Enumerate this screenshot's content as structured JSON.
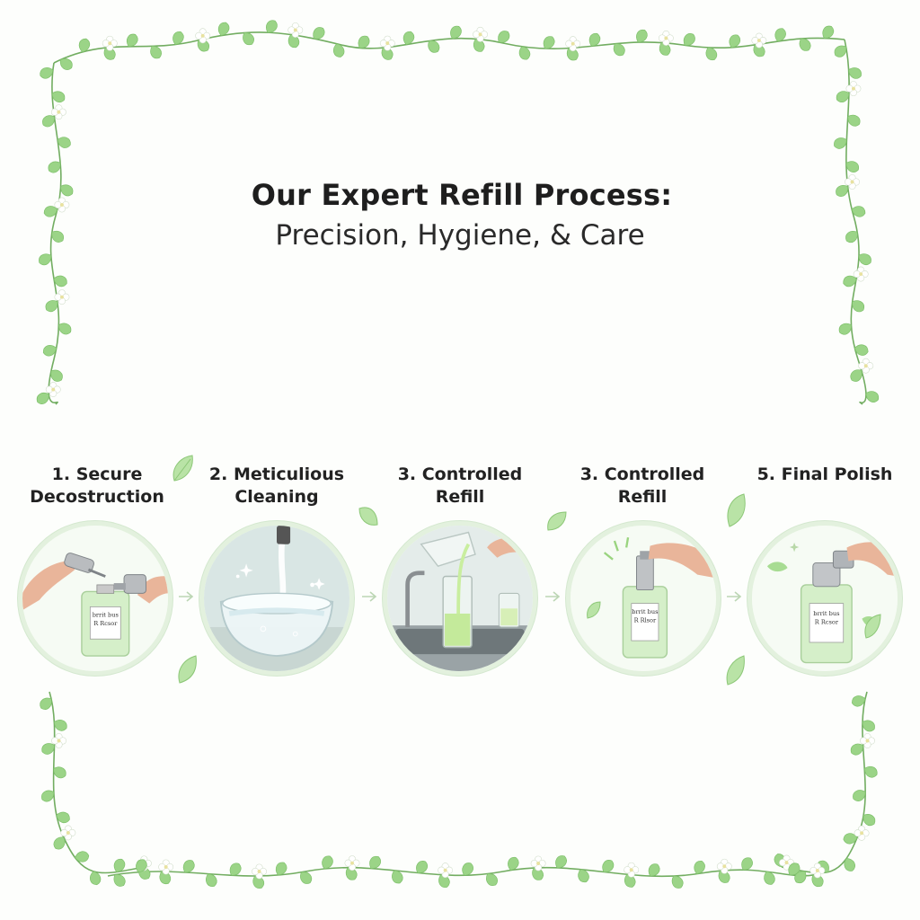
{
  "title": {
    "main": "Our Expert Refill Process:",
    "subtitle": "Precision, Hygiene, & Care"
  },
  "colors": {
    "leaf": "#8fcf7c",
    "vine": "#6aa85a",
    "flower": "#ffffff",
    "circle_border": "#e3f1de",
    "liquid": "#cfeec0"
  },
  "steps": [
    {
      "label": "1. Secure\nDecostruction",
      "image": "hands-unscrewing-bottle-cap",
      "bottle_label": [
        "brrit bus",
        "R Rcsor"
      ]
    },
    {
      "label": "2. Meticulious\nCleaning",
      "image": "water-pouring-into-glass-bowl"
    },
    {
      "label": "3. Controlled\nRefill",
      "image": "pouring-green-liquid-into-beaker"
    },
    {
      "label": "3. Controlled\nRefill",
      "image": "hand-attaching-spray-cap",
      "bottle_label": [
        "brrit bus",
        "R Rlsor"
      ]
    },
    {
      "label": "5. Final Polish",
      "image": "hand-polishing-finished-bottle",
      "bottle_label": [
        "brrit bus",
        "R Rcsor"
      ]
    }
  ],
  "icons": [
    "arrow-right-icon",
    "leaf-icon",
    "vine-border"
  ]
}
